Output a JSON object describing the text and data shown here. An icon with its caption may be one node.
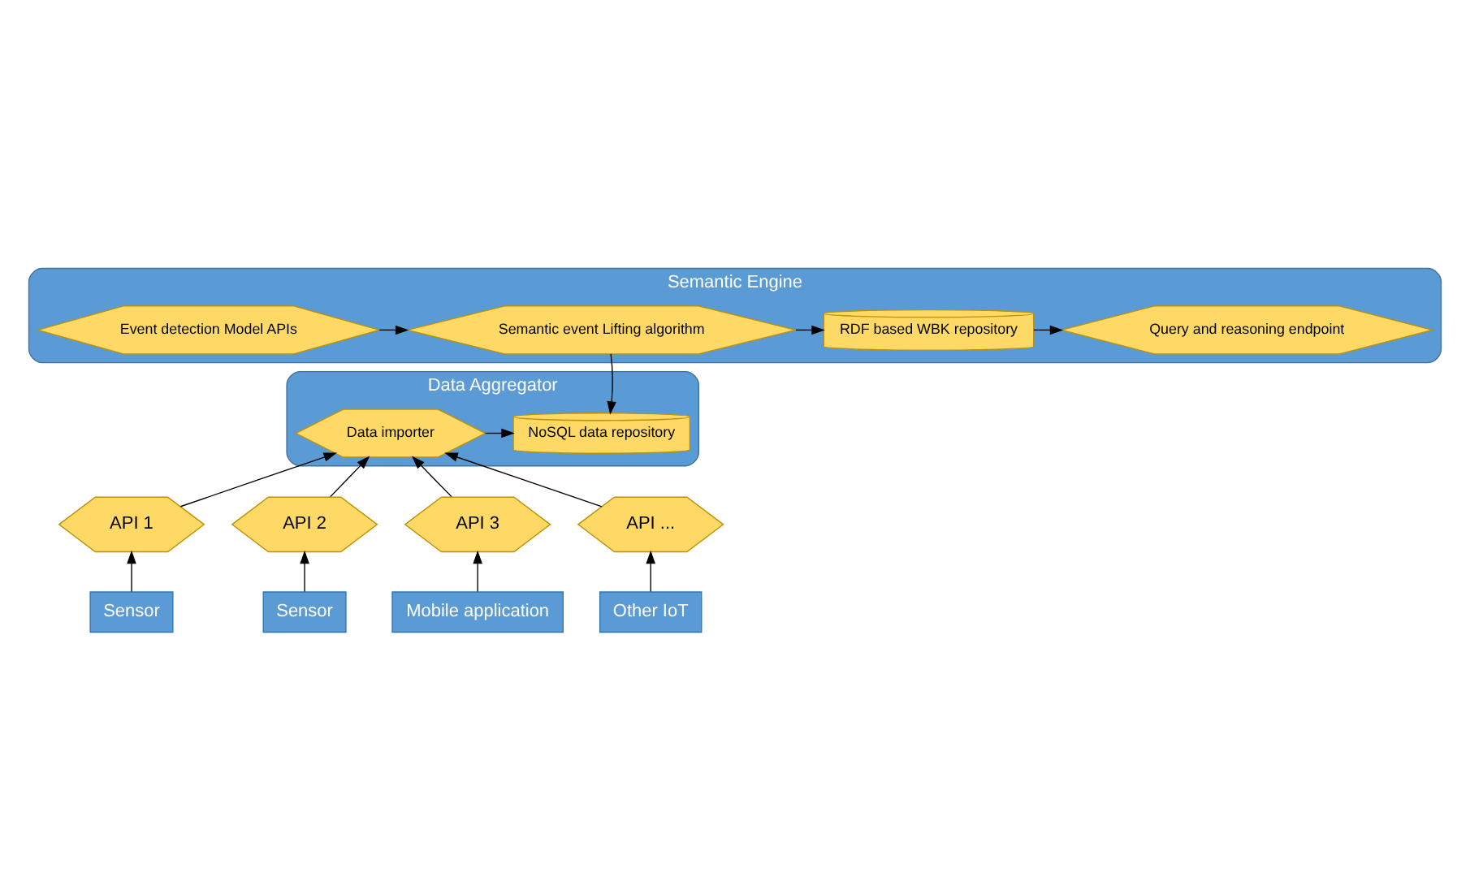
{
  "diagram": {
    "nodes": [
      {
        "text": [
          "Semantic Engine"
        ]
      },
      {
        "text": [
          "Event detection Model APIs"
        ],
        "in": 0
      },
      {
        "text": [
          "Semantic event Lifting algorithm"
        ],
        "in": 0
      },
      {
        "text": [
          "RDF based WBK repository"
        ],
        "in": 0
      },
      {
        "text": [
          "Query and reasoning endpoint"
        ],
        "in": 0
      },
      {
        "text": [
          "Data Aggregator"
        ]
      },
      {
        "text": [
          "NoSQL data repository"
        ],
        "in": 5
      },
      {
        "text": [
          "Data importer"
        ],
        "in": 5
      },
      {
        "text": [
          "API 1"
        ]
      },
      {
        "text": [
          "API 2"
        ]
      },
      {
        "text": [
          "API 3"
        ]
      },
      {
        "text": [
          "API ..."
        ]
      },
      {
        "text": [
          "Sensor"
        ]
      },
      {
        "text": [
          "Sensor"
        ]
      },
      {
        "text": [
          "Mobile application"
        ]
      },
      {
        "text": [
          "Other IoT"
        ]
      }
    ],
    "edges": [
      {
        "from": 1,
        "to": 2,
        "arrow": "to"
      },
      {
        "from": 2,
        "to": 3,
        "arrow": "to"
      },
      {
        "from": 3,
        "to": 4,
        "arrow": "to"
      },
      {
        "from": 2,
        "to": 6,
        "arrow": "to"
      },
      {
        "from": 7,
        "to": 6,
        "arrow": "to"
      },
      {
        "from": 8,
        "to": 7,
        "arrow": "to"
      },
      {
        "from": 9,
        "to": 7,
        "arrow": "to"
      },
      {
        "from": 10,
        "to": 7,
        "arrow": "to"
      },
      {
        "from": 11,
        "to": 7,
        "arrow": "to"
      },
      {
        "from": 12,
        "to": 8,
        "arrow": "to"
      },
      {
        "from": 13,
        "to": 9,
        "arrow": "to"
      },
      {
        "from": 14,
        "to": 10,
        "arrow": "to"
      },
      {
        "from": 15,
        "to": 11,
        "arrow": "to"
      }
    ]
  }
}
